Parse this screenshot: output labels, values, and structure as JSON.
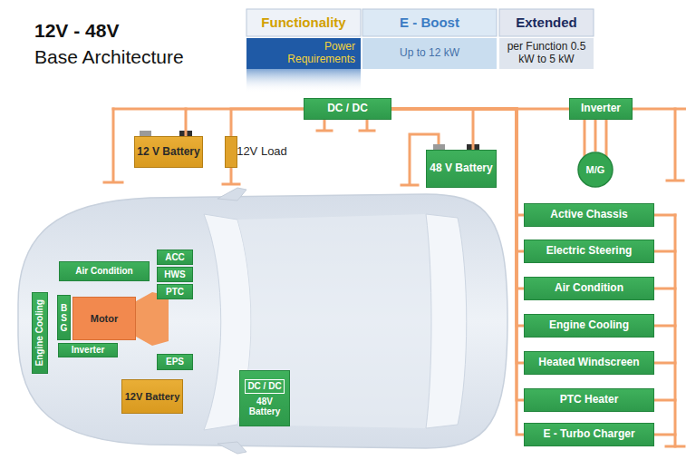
{
  "diagram": {
    "title": "12V - 48V",
    "nodes": [
      {
        "text": [
          "12 V Battery"
        ]
      },
      {
        "text": [
          "12V Load"
        ]
      },
      {
        "text": [
          "DC / DC"
        ]
      },
      {
        "text": [
          "48 V Battery"
        ]
      },
      {
        "text": [
          "Inverter"
        ]
      },
      {
        "text": [
          "M/G"
        ]
      },
      {
        "text": [
          "Air Condition"
        ]
      },
      {
        "text": [
          "Engine Cooling"
        ]
      },
      {
        "text": [
          "BSG"
        ]
      },
      {
        "text": [
          "Motor"
        ]
      },
      {
        "text": [
          "Inverter"
        ]
      },
      {
        "text": [
          "ACC"
        ]
      },
      {
        "text": [
          "HWS"
        ]
      },
      {
        "text": [
          "PTC"
        ]
      },
      {
        "text": [
          "EPS"
        ]
      },
      {
        "text": [
          "12V Battery"
        ]
      },
      {
        "text": [
          "DC / DC",
          "48V Battery"
        ]
      },
      {
        "text": [
          "Active Chassis"
        ]
      },
      {
        "text": [
          "Electric Steering"
        ]
      },
      {
        "text": [
          "Air Condition"
        ]
      },
      {
        "text": [
          "Engine Cooling"
        ]
      },
      {
        "text": [
          "Heated Windscreen"
        ]
      },
      {
        "text": [
          "PTC Heater"
        ]
      },
      {
        "text": [
          "E - Turbo Charger"
        ]
      }
    ],
    "edges": [
      {
        "from": 0,
        "to": 2,
        "arrow": "none"
      },
      {
        "from": 1,
        "to": 2,
        "arrow": "none"
      },
      {
        "from": 2,
        "to": 3,
        "arrow": "none"
      },
      {
        "from": 2,
        "to": 4,
        "arrow": "none"
      },
      {
        "from": 4,
        "to": 5,
        "arrow": "none"
      },
      {
        "from": 2,
        "to": 17,
        "arrow": "none"
      },
      {
        "from": 2,
        "to": 18,
        "arrow": "none"
      },
      {
        "from": 2,
        "to": 19,
        "arrow": "none"
      },
      {
        "from": 2,
        "to": 20,
        "arrow": "none"
      },
      {
        "from": 2,
        "to": 21,
        "arrow": "none"
      },
      {
        "from": 2,
        "to": 22,
        "arrow": "none"
      },
      {
        "from": 2,
        "to": 23,
        "arrow": "none"
      }
    ],
    "labels": [
      "Base Architecture",
      "Functionality",
      "E - Boost",
      "Extended",
      "Power Requirements",
      "Up to 12 kW",
      "per Function 0.5 kW to 5 kW"
    ]
  }
}
